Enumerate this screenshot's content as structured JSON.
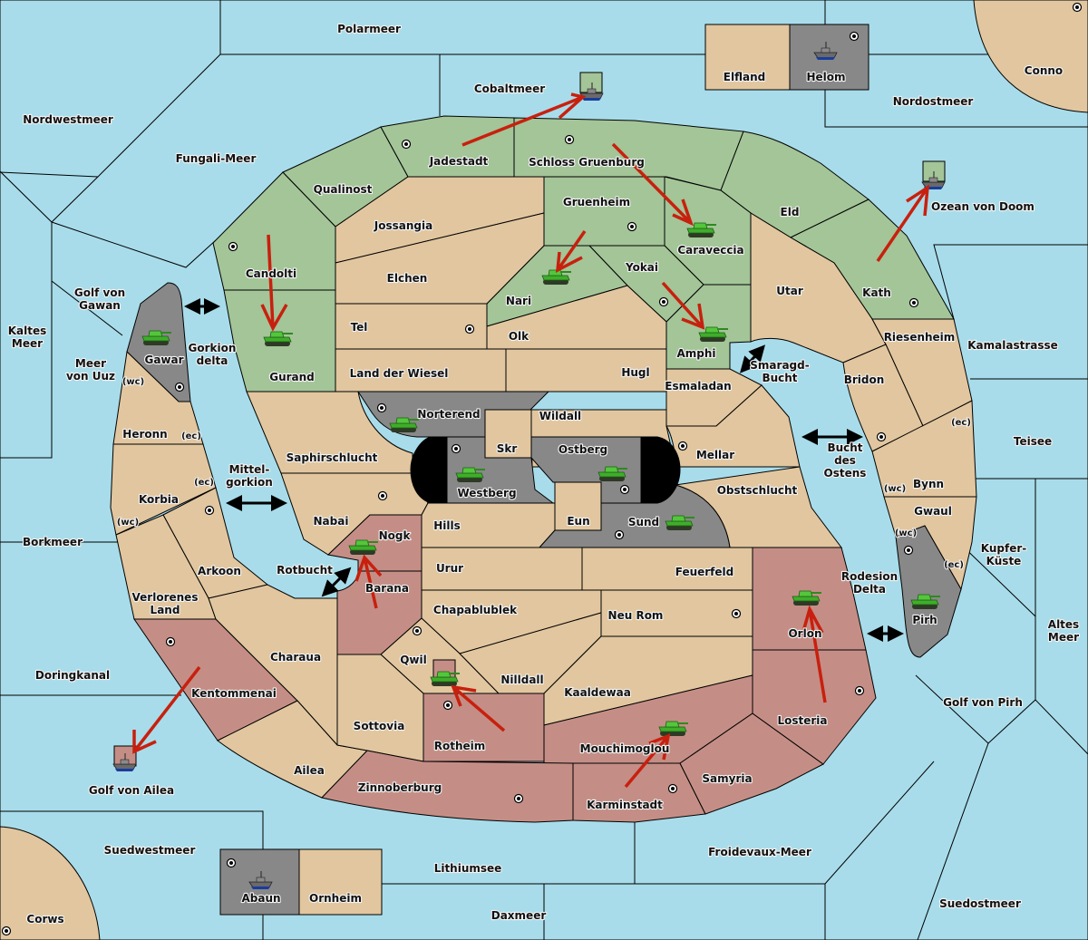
{
  "title": "Diplomacy map",
  "colors": {
    "sea": "#a8dcea",
    "neutral": "#e1c69f",
    "green_power": "#a3c598",
    "red_power": "#c48e86",
    "gray_power": "#888888",
    "impassable": "#000000",
    "order_arrow": "#c8200e"
  },
  "sea_labels": [
    {
      "name": "Polarmeer"
    },
    {
      "name": "Nordwestmeer"
    },
    {
      "name": "Fungali-Meer"
    },
    {
      "name": "Cobaltmeer"
    },
    {
      "name": "Nordostmeer"
    },
    {
      "name": "Ozean von Doom"
    },
    {
      "name": "Kaltes Meer",
      "lines": [
        "Kaltes",
        "Meer"
      ]
    },
    {
      "name": "Golf von Gawan",
      "lines": [
        "Golf von",
        "Gawan"
      ]
    },
    {
      "name": "Meer von Uuz",
      "lines": [
        "Meer",
        "von Uuz"
      ]
    },
    {
      "name": "Gorkion delta",
      "lines": [
        "Gorkion",
        "delta"
      ]
    },
    {
      "name": "Mittelgorkion",
      "lines": [
        "Mittel-",
        "gorkion"
      ]
    },
    {
      "name": "Borkmeer"
    },
    {
      "name": "Doringkanal"
    },
    {
      "name": "Rotbucht"
    },
    {
      "name": "Golf von Ailea"
    },
    {
      "name": "Suedwestmeer"
    },
    {
      "name": "Lithiumsee"
    },
    {
      "name": "Daxmeer"
    },
    {
      "name": "Froidevaux-Meer"
    },
    {
      "name": "Suedostmeer"
    },
    {
      "name": "Golf von Pirh"
    },
    {
      "name": "Altes Meer",
      "lines": [
        "Altes",
        "Meer"
      ]
    },
    {
      "name": "Kupfer-Küste",
      "lines": [
        "Kupfer-",
        "Küste"
      ]
    },
    {
      "name": "Teisee"
    },
    {
      "name": "Kamalastrasse"
    },
    {
      "name": "Smaragd-Bucht",
      "lines": [
        "Smaragd-",
        "Bucht"
      ]
    },
    {
      "name": "Bucht des Ostens",
      "lines": [
        "Bucht",
        "des",
        "Ostens"
      ]
    },
    {
      "name": "Rodesion Delta",
      "lines": [
        "Rodesion",
        "Delta"
      ]
    }
  ],
  "land_labels": [
    {
      "name": "Elfland"
    },
    {
      "name": "Helom"
    },
    {
      "name": "Conno"
    },
    {
      "name": "Jadestadt"
    },
    {
      "name": "Schloss Gruenburg"
    },
    {
      "name": "Qualinost"
    },
    {
      "name": "Jossangia"
    },
    {
      "name": "Gruenheim"
    },
    {
      "name": "Caraveccia"
    },
    {
      "name": "Eld"
    },
    {
      "name": "Candolti"
    },
    {
      "name": "Elchen"
    },
    {
      "name": "Nari"
    },
    {
      "name": "Yokai"
    },
    {
      "name": "Utar"
    },
    {
      "name": "Kath"
    },
    {
      "name": "Tel"
    },
    {
      "name": "Olk"
    },
    {
      "name": "Amphi"
    },
    {
      "name": "Riesenheim"
    },
    {
      "name": "Gurand"
    },
    {
      "name": "Land der Wiesel"
    },
    {
      "name": "Hugl"
    },
    {
      "name": "Bridon"
    },
    {
      "name": "Gawar"
    },
    {
      "name": "Esmaladan"
    },
    {
      "name": "Norterend"
    },
    {
      "name": "Wildall"
    },
    {
      "name": "Heronn"
    },
    {
      "name": "Skr"
    },
    {
      "name": "Ostberg"
    },
    {
      "name": "Mellar"
    },
    {
      "name": "Saphirschlucht"
    },
    {
      "name": "Westberg"
    },
    {
      "name": "Bynn"
    },
    {
      "name": "Korbia"
    },
    {
      "name": "Obstschlucht"
    },
    {
      "name": "Gwaul"
    },
    {
      "name": "Nabai"
    },
    {
      "name": "Hills"
    },
    {
      "name": "Eun"
    },
    {
      "name": "Sund"
    },
    {
      "name": "Nogk"
    },
    {
      "name": "Urur"
    },
    {
      "name": "Feuerfeld"
    },
    {
      "name": "Arkoon"
    },
    {
      "name": "Barana"
    },
    {
      "name": "Orlon"
    },
    {
      "name": "Pirh"
    },
    {
      "name": "Verlorenes Land",
      "lines": [
        "Verlorenes",
        "Land"
      ]
    },
    {
      "name": "Chapablublek"
    },
    {
      "name": "Neu Rom"
    },
    {
      "name": "Charaua"
    },
    {
      "name": "Qwil"
    },
    {
      "name": "Nilldall"
    },
    {
      "name": "Kentommenai"
    },
    {
      "name": "Kaaldewaa"
    },
    {
      "name": "Losteria"
    },
    {
      "name": "Sottovia"
    },
    {
      "name": "Rotheim"
    },
    {
      "name": "Mouchimoglou"
    },
    {
      "name": "Ailea"
    },
    {
      "name": "Samyria"
    },
    {
      "name": "Zinnoberburg"
    },
    {
      "name": "Karminstadt"
    },
    {
      "name": "Abaun"
    },
    {
      "name": "Ornheim"
    },
    {
      "name": "Corws"
    }
  ],
  "coast_labels": [
    "(wc)",
    "(ec)",
    "(ec)",
    "(wc)",
    "(ec)",
    "(wc)",
    "(wc)",
    "(ec)"
  ],
  "units": [
    {
      "type": "fleet",
      "territory": "Cobaltmeer",
      "power": "green"
    },
    {
      "type": "fleet",
      "territory": "Helom",
      "power": "gray"
    },
    {
      "type": "fleet",
      "territory": "Ozean von Doom",
      "power": "green"
    },
    {
      "type": "army",
      "territory": "Caraveccia",
      "power": "green"
    },
    {
      "type": "army",
      "territory": "Nari",
      "power": "green"
    },
    {
      "type": "army",
      "territory": "Amphi",
      "power": "green"
    },
    {
      "type": "army",
      "territory": "Gurand",
      "power": "green"
    },
    {
      "type": "army",
      "territory": "Gawar",
      "power": "gray"
    },
    {
      "type": "army",
      "territory": "Norterend",
      "power": "gray"
    },
    {
      "type": "army",
      "territory": "Westberg",
      "power": "gray"
    },
    {
      "type": "army",
      "territory": "Ostberg",
      "power": "gray"
    },
    {
      "type": "army",
      "territory": "Sund",
      "power": "gray"
    },
    {
      "type": "army",
      "territory": "Nogk",
      "power": "red"
    },
    {
      "type": "army",
      "territory": "Qwil",
      "power": "red"
    },
    {
      "type": "army",
      "territory": "Orlon",
      "power": "red"
    },
    {
      "type": "army",
      "territory": "Pirh",
      "power": "gray"
    },
    {
      "type": "army",
      "territory": "Mouchimoglou",
      "power": "red"
    },
    {
      "type": "fleet",
      "territory": "Golf von Ailea",
      "power": "red"
    },
    {
      "type": "fleet",
      "territory": "Abaun",
      "power": "gray"
    }
  ],
  "orders": [
    {
      "from": "Jadestadt",
      "to": "Cobaltmeer"
    },
    {
      "from": "Schloss Gruenburg",
      "to": "Caraveccia"
    },
    {
      "from": "Gruenheim",
      "to": "Nari"
    },
    {
      "from": "Yokai",
      "to": "Amphi"
    },
    {
      "from": "Candolti",
      "to": "Gurand"
    },
    {
      "from": "Kath",
      "to": "Ozean von Doom"
    },
    {
      "from": "Barana",
      "to": "Nogk"
    },
    {
      "from": "Rotheim",
      "to": "Qwil"
    },
    {
      "from": "Losteria",
      "to": "Orlon"
    },
    {
      "from": "Karminstadt",
      "to": "Mouchimoglou"
    },
    {
      "from": "Kentommenai",
      "to": "Golf von Ailea"
    }
  ]
}
